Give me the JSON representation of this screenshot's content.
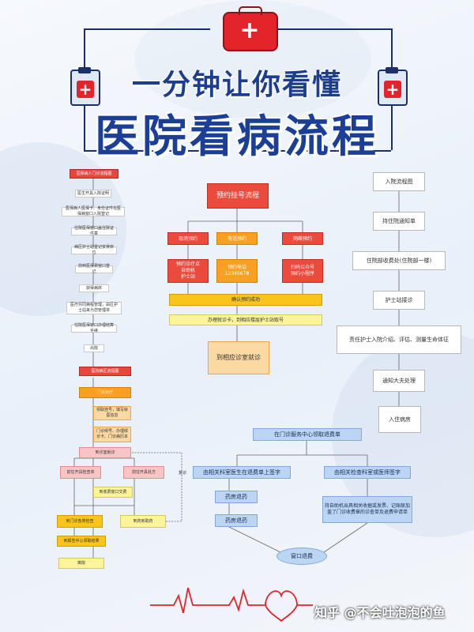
{
  "header": {
    "title_line1": "一分钟让你看懂",
    "title_line2": "医院看病流程"
  },
  "left_flow": {
    "title": "医保病人门诊流程图",
    "steps": [
      "医生开具入院证明",
      "医保病人医保卡、身份证件在医保病窗口入院登记",
      "住院医保窗口盖住院证件章",
      "病区护士站登记安排床位",
      "前到医保费窗口登记",
      "获得病床",
      "医疗共同病程管理，由区护士站来为您管理单",
      "住院医保窗口办理结算手续",
      "出院"
    ],
    "outpatient": {
      "title": "医院病区流程图",
      "entry": "门诊大厅",
      "reg": "领取挂号，填写就医信息",
      "wait": "门诊候号、办理候诊卡、门诊病历本",
      "consult": "到诊室就诊",
      "branch_left": "前往开具检查单",
      "branch_right": "前往开具处方",
      "pay": "到收费窗口交费",
      "exam": "到门诊各类检查",
      "pharmacy": "到药房取药",
      "center": "到报告中心领取结果",
      "end": "离院",
      "loop_label": "复诊"
    }
  },
  "middle_flow": {
    "title": "预约挂号流程",
    "channels": [
      "现场预约",
      "电话预约",
      "网络预约"
    ],
    "details": [
      "预约诊疗点\n自助机\n护士站",
      "预约电话\n12345678",
      "扫码公众号\n预约小程序"
    ],
    "confirm": "确认预约成功",
    "checkin": "办理就诊卡，到相应楼层护士站取号",
    "visit": "到相应诊室就诊"
  },
  "right_flow": {
    "steps": [
      "入院流程图",
      "持住院通知单",
      "住院部收费处(住院部一楼)",
      "护士站接诊",
      "责任护士入院介绍、评估、测量生命体征",
      "通知大夫处理",
      "入住病房"
    ]
  },
  "refund_flow": {
    "start": "在门诊服务中心领取退费单",
    "left": "由相关科室医生在退费单上签字",
    "right": "由相关检查科室或医师签字",
    "pharmacy_return": "药房退药",
    "pharmacy_refund": "药房退药",
    "right_detail": "持自助机出具相关收据或发票、记账联加盖了门诊收费章的诊查单及退费申请单",
    "end": "窗口退费"
  },
  "footer": {
    "watermark": "知乎 @不会吐泡泡的鱼"
  },
  "colors": {
    "title_blue": "#1b3f96",
    "red": "#e8453c",
    "orange": "#f7a024",
    "yellow": "#fbf091",
    "blue": "#bcd5f3",
    "heartbeat": "#e3252b"
  }
}
